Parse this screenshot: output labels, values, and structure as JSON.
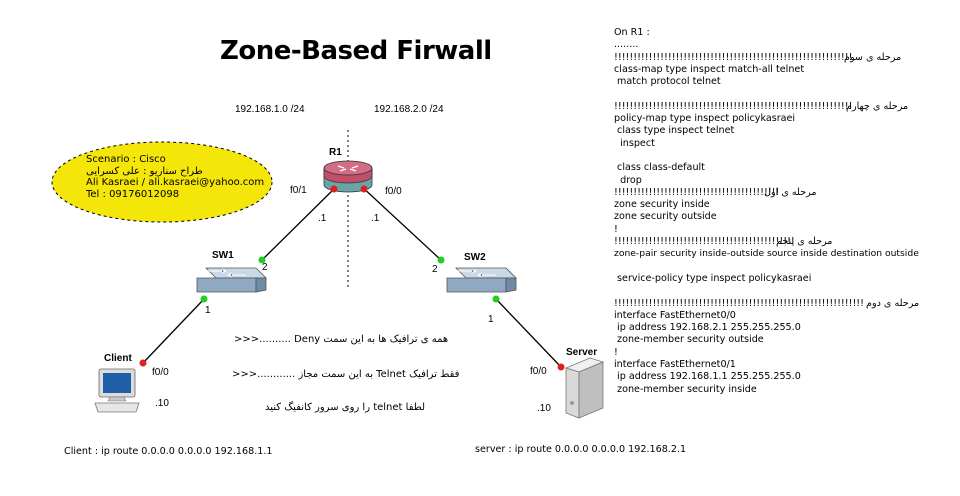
{
  "title": "Zone-Based Firwall",
  "networks": {
    "left": "192.168.1.0 /24",
    "right": "192.168.2.0 /24"
  },
  "scenario": {
    "line1": "Scenario : Cisco",
    "line2": "طراح سناریو : علی کسرایی",
    "line3": "Ali Kasraei / ali.kasraei@yahoo.com",
    "line4": "Tel : 09176012098"
  },
  "devices": {
    "r1": "R1",
    "sw1": "SW1",
    "sw2": "SW2",
    "client": "Client",
    "server": "Server"
  },
  "ports": {
    "r1_left": "f0/1",
    "r1_right": "f0/0",
    "r1_left_ip": ".1",
    "r1_right_ip": ".1",
    "sw1_up": "2",
    "sw1_down": "1",
    "sw2_up": "2",
    "sw2_down": "1",
    "client_if": "f0/0",
    "client_ip": ".10",
    "server_if": "f0/0",
    "server_ip": ".10"
  },
  "notes": {
    "deny": "همه ی ترافیک ها به این سمت Deny ..........<<<",
    "allow": "فقط ترافیک  Telnet به این سمت مجاز ............<<<",
    "telnet": "لطفا telnet  را روی سرور کانفیگ کنید"
  },
  "routes": {
    "client": "Client : ip route 0.0.0.0 0.0.0.0 192.168.1.1",
    "server": "server : ip route 0.0.0.0 0.0.0.0 192.168.2.1"
  },
  "config": {
    "l01": "On R1 :",
    "l02": "........",
    "l03": "!!!!!!!!!!!!!!!!!!!!!!!!!!!!!!!!!!!!!!!!!!!!!!!!!!!!!!!!!!!!!!",
    "l03_fa": "مرحله ی سوم",
    "l04": "class-map type inspect match-all telnet",
    "l05": " match protocol telnet",
    "l06": "",
    "l07": "!!!!!!!!!!!!!!!!!!!!!!!!!!!!!!!!!!!!!!!!!!!!!!!!!!!!!!!!!!!!!!",
    "l07_fa": "مرحله ی چهارم",
    "l08": "policy-map type inspect policykasraei",
    "l09": " class type inspect telnet",
    "l10": "  inspect",
    "l11": "",
    "l12": " class class-default",
    "l13": "  drop",
    "l14": "!!!!!!!!!!!!!!!!!!!!!!!!!!!!!!!!!!!!!!!!!!!",
    "l14_fa": "مرحله ی اول",
    "l15": "zone security inside",
    "l16": "zone security outside",
    "l17": "!",
    "l18": "!!!!!!!!!!!!!!!!!!!!!!!!!!!!!!!!!!!!!!!!!!!!!!!",
    "l18_fa": "مرحله ی پنجم",
    "l19": "zone-pair security inside-outside source inside destination outside",
    "l20": "",
    "l21": " service-policy type inspect policykasraei",
    "l22": "",
    "l23": "!!!!!!!!!!!!!!!!!!!!!!!!!!!!!!!!!!!!!!!!!!!!!!!!!!!!!!!!!!!!!!!!!",
    "l23_fa": "مرحله ی دوم",
    "l24": "interface FastEthernet0/0",
    "l25": " ip address 192.168.2.1 255.255.255.0",
    "l26": " zone-member security outside",
    "l27": "!",
    "l28": "interface FastEthernet0/1",
    "l29": " ip address 192.168.1.1 255.255.255.0",
    "l30": " zone-member security inside"
  },
  "colors": {
    "link": "#000000",
    "port_up": "#22cc22",
    "port_down": "#e02020",
    "ellipse_fill": "#f5e60a",
    "router_top": "#c0506a",
    "router_band": "#5a9a9a",
    "switch": "#9ab4cc"
  }
}
